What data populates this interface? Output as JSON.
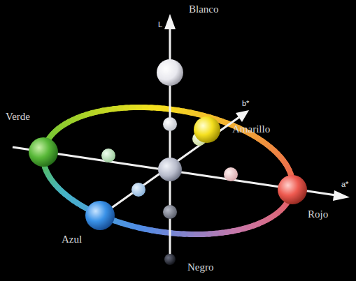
{
  "diagram": {
    "labels": [
      "L",
      "Blanco",
      "b*",
      "Amarillo",
      "Verde",
      "a*",
      "Rojo",
      "Azul",
      "Negro"
    ]
  }
}
